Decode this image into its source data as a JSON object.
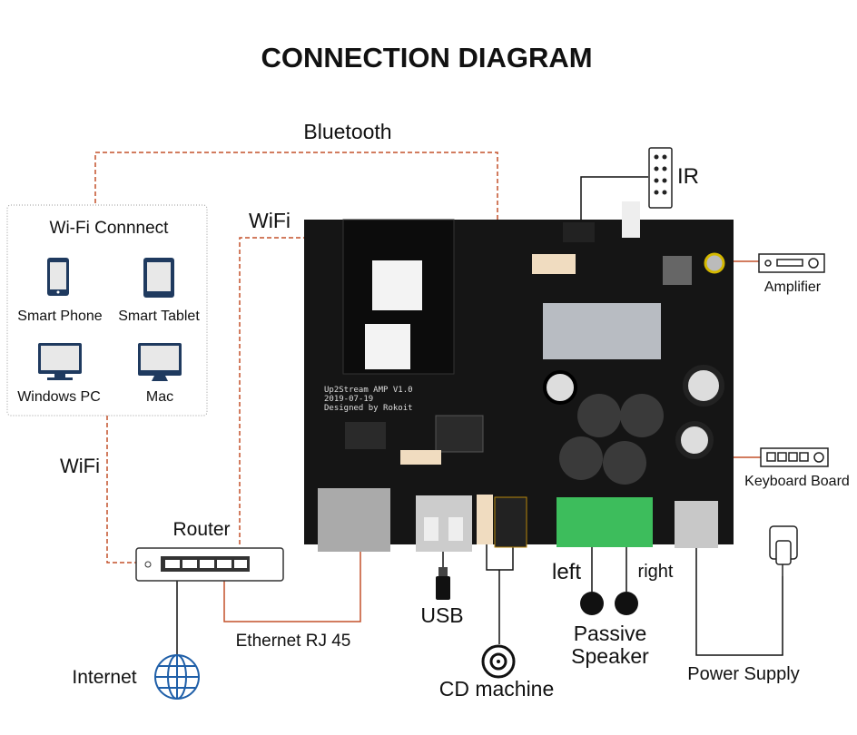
{
  "title": "CONNECTION DIAGRAM",
  "colors": {
    "link_line": "#c4502a",
    "device_icon": "#1f3a5f",
    "board": "#151515"
  },
  "labels": {
    "bluetooth": "Bluetooth",
    "wifi_top": "WiFi",
    "wifi_left": "WiFi",
    "router": "Router",
    "ethernet": "Ethernet RJ 45",
    "internet": "Internet",
    "usb": "USB",
    "cd_machine": "CD machine",
    "left": "left",
    "right": "right",
    "passive_speaker_1": "Passive",
    "passive_speaker_2": "Speaker",
    "power_supply": "Power Supply",
    "ir": "IR",
    "amplifier": "Amplifier",
    "keyboard_board": "Keyboard Board"
  },
  "wifi_box": {
    "title": "Wi-Fi Connnect",
    "devices": [
      {
        "label": "Smart Phone",
        "icon": "smartphone-icon"
      },
      {
        "label": "Smart Tablet",
        "icon": "tablet-icon"
      },
      {
        "label": "Windows PC",
        "icon": "monitor-icon"
      },
      {
        "label": "Mac",
        "icon": "imac-icon"
      }
    ]
  },
  "board": {
    "silk_1": "Up2Stream AMP V1.0",
    "silk_2": "2019-07-19",
    "silk_3": "Designed by Rokoit"
  }
}
